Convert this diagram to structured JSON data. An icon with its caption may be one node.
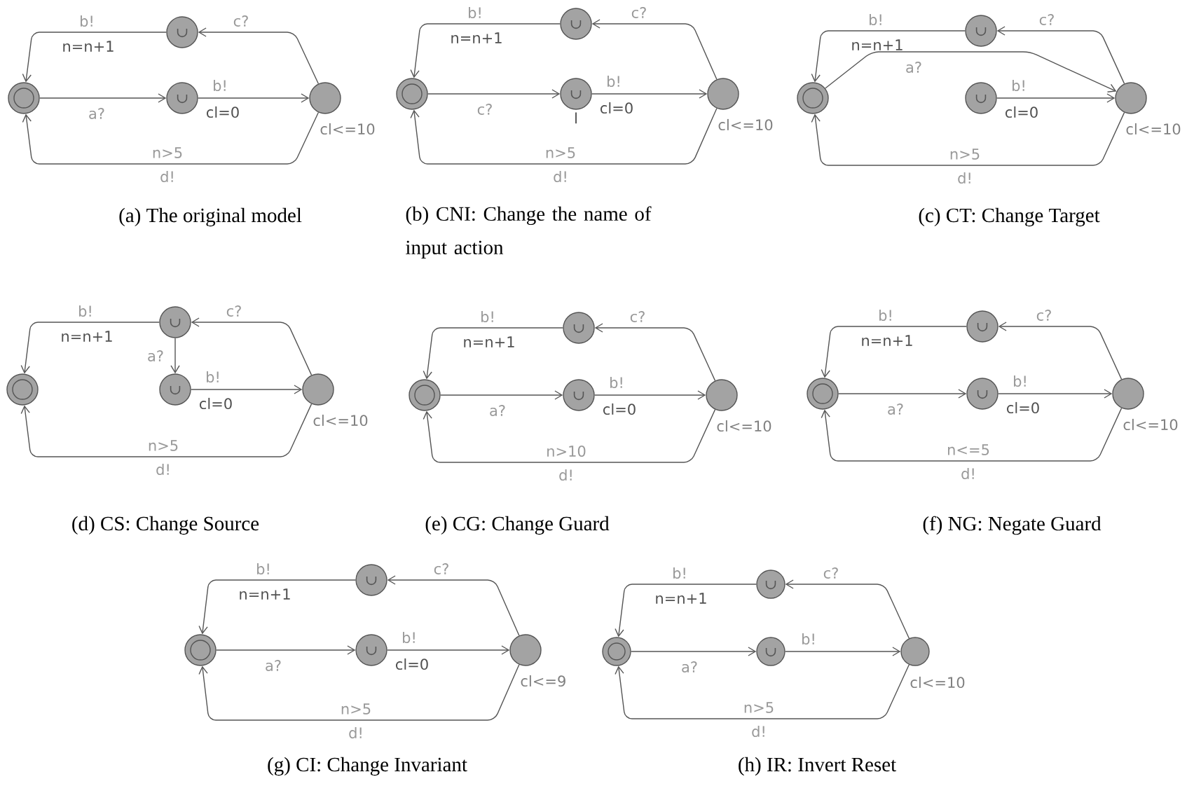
{
  "diagram": {
    "nodes": [
      {
        "text": [],
        "shape": "circle"
      },
      {
        "text": [],
        "shape": "circle"
      },
      {
        "text": [],
        "shape": "circle"
      },
      {
        "text": [],
        "shape": "circle",
        "beside": [
          "cl<=10"
        ]
      },
      {
        "text": [],
        "shape": "circle"
      },
      {
        "text": [],
        "shape": "circle"
      },
      {
        "text": [],
        "shape": "circle",
        "beside": [
          "l"
        ]
      },
      {
        "text": [],
        "shape": "circle",
        "beside": [
          "cl<=10"
        ]
      },
      {
        "text": [],
        "shape": "circle"
      },
      {
        "text": [],
        "shape": "circle"
      },
      {
        "text": [],
        "shape": "circle"
      },
      {
        "text": [],
        "shape": "circle",
        "beside": [
          "cl<=10"
        ]
      },
      {
        "text": [],
        "shape": "circle"
      },
      {
        "text": [],
        "shape": "circle"
      },
      {
        "text": [],
        "shape": "circle"
      },
      {
        "text": [],
        "shape": "circle",
        "beside": [
          "cl<=10"
        ]
      },
      {
        "text": [],
        "shape": "circle"
      },
      {
        "text": [],
        "shape": "circle"
      },
      {
        "text": [],
        "shape": "circle"
      },
      {
        "text": [],
        "shape": "circle",
        "beside": [
          "cl<=10"
        ]
      },
      {
        "text": [],
        "shape": "circle"
      },
      {
        "text": [],
        "shape": "circle"
      },
      {
        "text": [],
        "shape": "circle"
      },
      {
        "text": [],
        "shape": "circle",
        "beside": [
          "cl<=10"
        ]
      },
      {
        "text": [],
        "shape": "circle"
      },
      {
        "text": [],
        "shape": "circle"
      },
      {
        "text": [],
        "shape": "circle"
      },
      {
        "text": [],
        "shape": "circle",
        "beside": [
          "cl<=9"
        ]
      },
      {
        "text": [],
        "shape": "circle"
      },
      {
        "text": [],
        "shape": "circle"
      },
      {
        "text": [],
        "shape": "circle"
      },
      {
        "text": [],
        "shape": "circle",
        "beside": [
          "cl<=10"
        ]
      }
    ],
    "edges": [
      {
        "from": 3,
        "to": 0,
        "arrow": "to",
        "label": "c?"
      },
      {
        "from": 0,
        "to": 1,
        "arrow": "to",
        "label": "b!"
      },
      {
        "from": 1,
        "to": 2,
        "arrow": "to",
        "label": "a?"
      },
      {
        "from": 2,
        "to": 3,
        "arrow": "to",
        "label": "b!"
      },
      {
        "from": 3,
        "to": 1,
        "arrow": "to",
        "label": "d!"
      },
      {
        "from": 7,
        "to": 4,
        "arrow": "to",
        "label": "c?"
      },
      {
        "from": 4,
        "to": 5,
        "arrow": "to",
        "label": "b!"
      },
      {
        "from": 5,
        "to": 6,
        "arrow": "to",
        "label": "c?"
      },
      {
        "from": 6,
        "to": 7,
        "arrow": "to",
        "label": "b!"
      },
      {
        "from": 7,
        "to": 5,
        "arrow": "to",
        "label": "d!"
      },
      {
        "from": 11,
        "to": 8,
        "arrow": "to",
        "label": "c?"
      },
      {
        "from": 8,
        "to": 9,
        "arrow": "to",
        "label": "b!"
      },
      {
        "from": 9,
        "to": 11,
        "arrow": "to",
        "label": "a?"
      },
      {
        "from": 10,
        "to": 11,
        "arrow": "to",
        "label": "b!"
      },
      {
        "from": 11,
        "to": 9,
        "arrow": "to",
        "label": "d!"
      },
      {
        "from": 15,
        "to": 12,
        "arrow": "to",
        "label": "c?"
      },
      {
        "from": 12,
        "to": 13,
        "arrow": "to",
        "label": "b!"
      },
      {
        "from": 12,
        "to": 14,
        "arrow": "to",
        "label": "a?"
      },
      {
        "from": 14,
        "to": 15,
        "arrow": "to",
        "label": "b!"
      },
      {
        "from": 15,
        "to": 13,
        "arrow": "to",
        "label": "d!"
      },
      {
        "from": 19,
        "to": 16,
        "arrow": "to",
        "label": "c?"
      },
      {
        "from": 16,
        "to": 17,
        "arrow": "to",
        "label": "b!"
      },
      {
        "from": 17,
        "to": 18,
        "arrow": "to",
        "label": "a?"
      },
      {
        "from": 18,
        "to": 19,
        "arrow": "to",
        "label": "b!"
      },
      {
        "from": 19,
        "to": 17,
        "arrow": "to",
        "label": "d!"
      },
      {
        "from": 23,
        "to": 20,
        "arrow": "to",
        "label": "c?"
      },
      {
        "from": 20,
        "to": 21,
        "arrow": "to",
        "label": "b!"
      },
      {
        "from": 21,
        "to": 22,
        "arrow": "to",
        "label": "a?"
      },
      {
        "from": 22,
        "to": 23,
        "arrow": "to",
        "label": "b!"
      },
      {
        "from": 23,
        "to": 21,
        "arrow": "to",
        "label": "d!"
      },
      {
        "from": 27,
        "to": 24,
        "arrow": "to",
        "label": "c?"
      },
      {
        "from": 24,
        "to": 25,
        "arrow": "to",
        "label": "b!"
      },
      {
        "from": 25,
        "to": 26,
        "arrow": "to",
        "label": "a?"
      },
      {
        "from": 26,
        "to": 27,
        "arrow": "to",
        "label": "b!"
      },
      {
        "from": 27,
        "to": 25,
        "arrow": "to",
        "label": "d!"
      },
      {
        "from": 31,
        "to": 28,
        "arrow": "to",
        "label": "c?"
      },
      {
        "from": 28,
        "to": 29,
        "arrow": "to",
        "label": "b!"
      },
      {
        "from": 29,
        "to": 30,
        "arrow": "to",
        "label": "a?"
      },
      {
        "from": 30,
        "to": 31,
        "arrow": "to",
        "label": "b!"
      },
      {
        "from": 31,
        "to": 29,
        "arrow": "to",
        "label": "d!"
      }
    ],
    "labels": [
      "n=n+1",
      "cl=0",
      "n>5",
      "(a) The original model",
      "n=n+1",
      "cl=0",
      "n>5",
      "(b) CNI: Change the name of input action",
      "n=n+1",
      "cl=0",
      "n>5",
      "(c) CT: Change Target",
      "n=n+1",
      "cl=0",
      "n>5",
      "(d) CS: Change Source",
      "n=n+1",
      "cl=0",
      "n>10",
      "(e) CG: Change Guard",
      "n=n+1",
      "cl=0",
      "n<=5",
      "(f) NG: Negate Guard",
      "n=n+1",
      "cl=0",
      "n>5",
      "(g) CI: Change Invariant",
      "n=n+1",
      "n>5",
      "(h) IR: Invert Reset"
    ]
  }
}
